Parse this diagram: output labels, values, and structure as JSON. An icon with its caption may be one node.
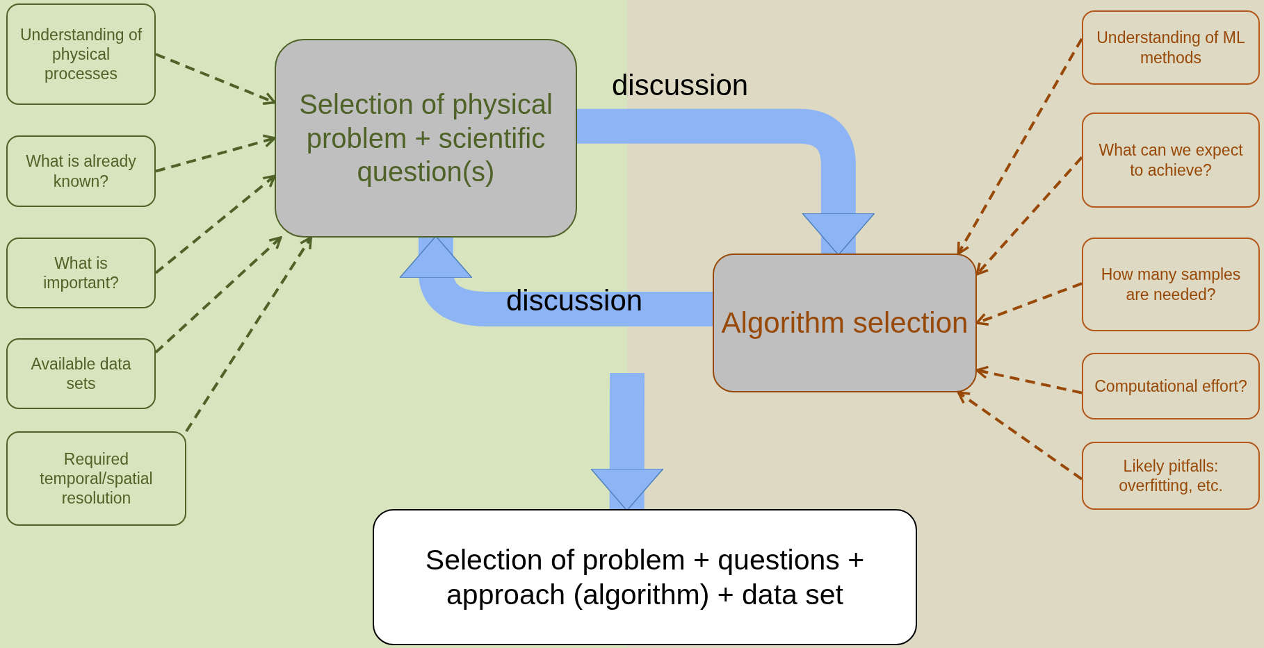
{
  "diagram": {
    "nodes": [
      {
        "text": [
          "Selection of physical problem + scientific question(s)"
        ]
      },
      {
        "text": [
          "Algorithm selection"
        ]
      },
      {
        "text": [
          "Selection of problem + questions + approach (algorithm) + data set"
        ]
      },
      {
        "text": [
          "Understanding of physical processes"
        ]
      },
      {
        "text": [
          "What is already known?"
        ]
      },
      {
        "text": [
          "What is important?"
        ]
      },
      {
        "text": [
          "Available data sets"
        ]
      },
      {
        "text": [
          "Required temporal/spatial resolution"
        ]
      },
      {
        "text": [
          "Understanding of ML methods"
        ]
      },
      {
        "text": [
          "What can we expect to achieve?"
        ]
      },
      {
        "text": [
          "How many samples are needed?"
        ]
      },
      {
        "text": [
          "Computational effort?"
        ]
      },
      {
        "text": [
          "Likely pitfalls: overfitting, etc."
        ]
      }
    ],
    "edges": [
      {
        "from": 0,
        "to": 1,
        "arrow": "to",
        "label": "discussion",
        "style": "thick",
        "color": "#8db4f5"
      },
      {
        "from": 1,
        "to": 0,
        "arrow": "to",
        "label": "discussion",
        "style": "thick",
        "color": "#8db4f5"
      },
      {
        "from": null,
        "to": 2,
        "arrow": "to",
        "style": "thick",
        "color": "#8db4f5"
      },
      {
        "from": 3,
        "to": 0,
        "arrow": "to",
        "style": "dashed",
        "color": "#4f6228"
      },
      {
        "from": 4,
        "to": 0,
        "arrow": "to",
        "style": "dashed",
        "color": "#4f6228"
      },
      {
        "from": 5,
        "to": 0,
        "arrow": "to",
        "style": "dashed",
        "color": "#4f6228"
      },
      {
        "from": 6,
        "to": 0,
        "arrow": "to",
        "style": "dashed",
        "color": "#4f6228"
      },
      {
        "from": 7,
        "to": 0,
        "arrow": "to",
        "style": "dashed",
        "color": "#4f6228"
      },
      {
        "from": 8,
        "to": 1,
        "arrow": "to",
        "style": "dashed",
        "color": "#984807"
      },
      {
        "from": 9,
        "to": 1,
        "arrow": "to",
        "style": "dashed",
        "color": "#984807"
      },
      {
        "from": 10,
        "to": 1,
        "arrow": "to",
        "style": "dashed",
        "color": "#984807"
      },
      {
        "from": 11,
        "to": 1,
        "arrow": "to",
        "style": "dashed",
        "color": "#984807"
      },
      {
        "from": 12,
        "to": 1,
        "arrow": "to",
        "style": "dashed",
        "color": "#984807"
      }
    ]
  }
}
